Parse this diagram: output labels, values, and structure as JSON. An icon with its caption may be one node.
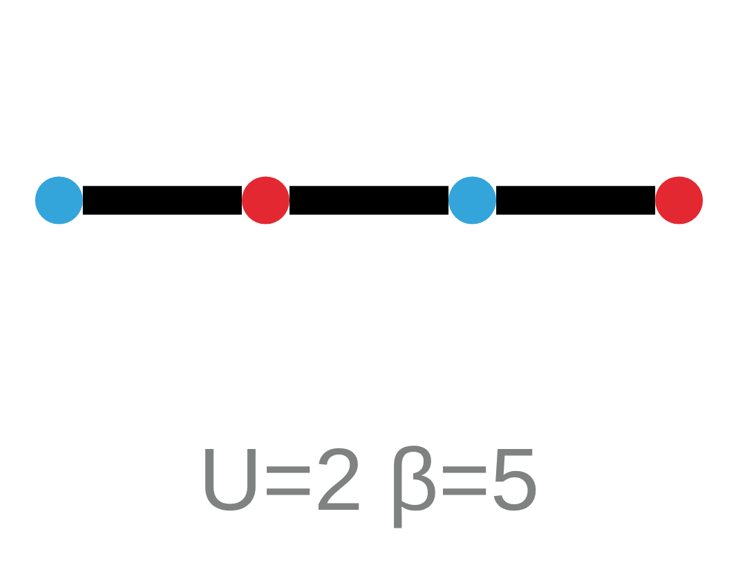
{
  "diagram": {
    "nodes": [
      {
        "text": [],
        "shape": "circle"
      },
      {
        "text": [],
        "shape": "circle"
      },
      {
        "text": [],
        "shape": "circle"
      },
      {
        "text": [],
        "shape": "circle"
      }
    ],
    "edges": [
      {
        "from": 0,
        "to": 1,
        "arrow": "none"
      },
      {
        "from": 1,
        "to": 2,
        "arrow": "none"
      },
      {
        "from": 2,
        "to": 3,
        "arrow": "none"
      }
    ],
    "labels": [
      "U=2 β=5"
    ]
  }
}
